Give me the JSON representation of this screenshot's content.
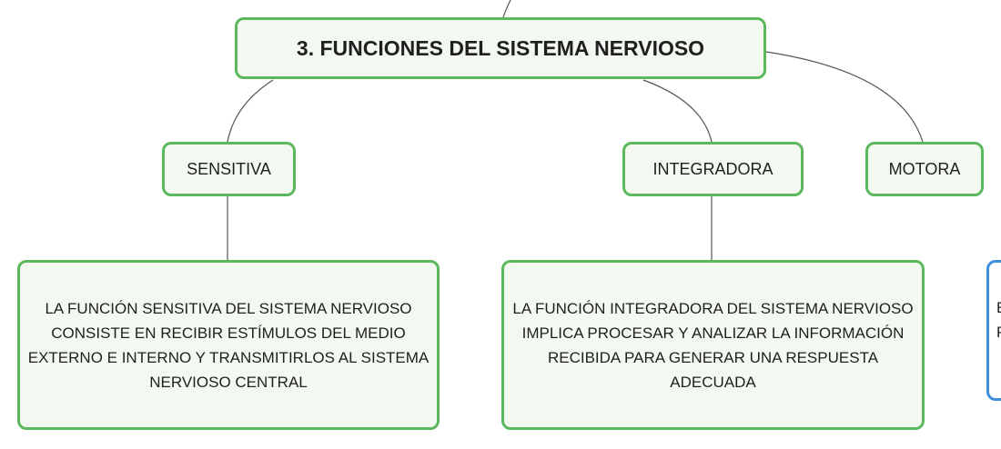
{
  "root": {
    "title": "3. FUNCIONES DEL SISTEMA NERVIOSO"
  },
  "branches": {
    "sensitiva": {
      "label": "SENSITIVA",
      "description": "LA FUNCIÓN SENSITIVA DEL SISTEMA NERVIOSO CONSISTE EN RECIBIR ESTÍMULOS DEL MEDIO EXTERNO E INTERNO Y TRANSMITIRLOS AL SISTEMA NERVIOSO CENTRAL"
    },
    "integradora": {
      "label": "INTEGRADORA",
      "description": "LA FUNCIÓN INTEGRADORA DEL SISTEMA NERVIOSO IMPLICA PROCESAR Y ANALIZAR LA INFORMACIÓN RECIBIDA PARA GENERAR UNA RESPUESTA ADECUADA"
    },
    "motora": {
      "label": "MOTORA"
    }
  },
  "cutoff_box": {
    "line1": "E",
    "line2": "P"
  },
  "colors": {
    "node_border": "#5cb85c",
    "node_fill": "#f3f9f1",
    "cutoff_border": "#3f8fdc",
    "connector": "#555555"
  }
}
